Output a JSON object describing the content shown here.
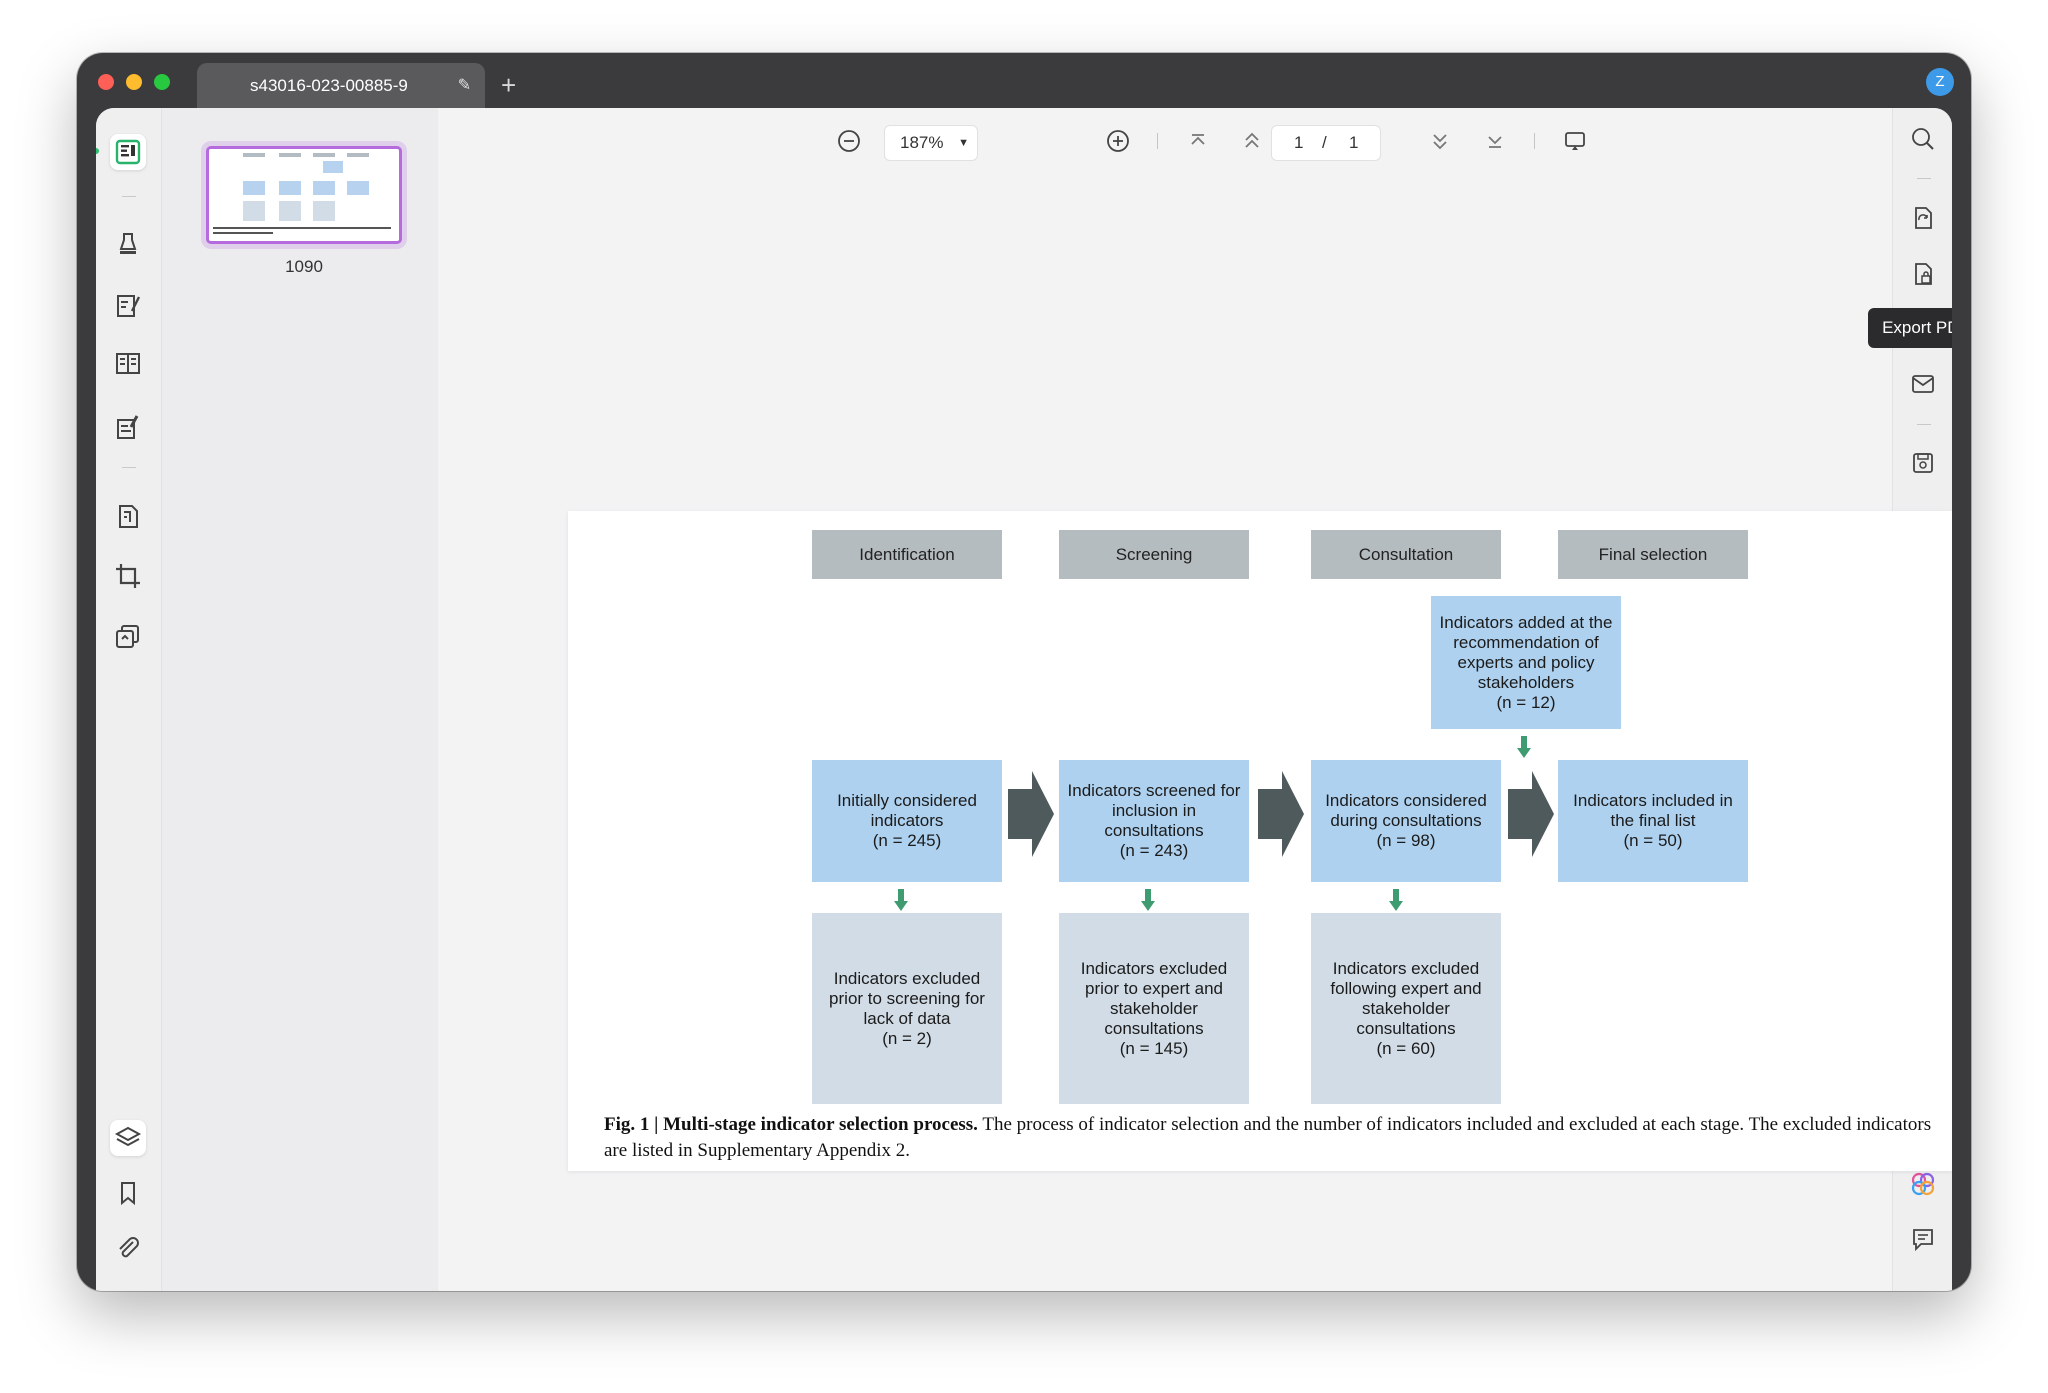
{
  "window": {
    "tab_title": "s43016-023-00885-9",
    "tab_edit_icon": "pencil-icon",
    "new_tab_label": "+",
    "avatar_initial": "Z"
  },
  "left_sidebar": {
    "items": [
      {
        "name": "reader-icon"
      },
      {
        "name": "highlighter-icon"
      },
      {
        "name": "edit-text-icon"
      },
      {
        "name": "organize-pages-icon"
      },
      {
        "name": "fill-sign-icon"
      },
      {
        "name": "page-tools-icon"
      },
      {
        "name": "crop-icon"
      },
      {
        "name": "convert-icon"
      },
      {
        "name": "layers-icon"
      },
      {
        "name": "bookmark-icon"
      },
      {
        "name": "attachment-icon"
      }
    ]
  },
  "thumbnails": {
    "page_label": "1090"
  },
  "toolbar": {
    "zoom_value": "187%",
    "page_current": "1",
    "page_separator": "/",
    "page_total": "1"
  },
  "right_sidebar": {
    "tooltip": "Export PDF"
  },
  "figure": {
    "headers": [
      "Identification",
      "Screening",
      "Consultation",
      "Final selection"
    ],
    "added_box": {
      "text": "Indicators added at the recommendation of experts and policy stakeholders",
      "n": "(n = 12)"
    },
    "main_boxes": [
      {
        "text": "Initially considered indicators",
        "n": "(n = 245)"
      },
      {
        "text": "Indicators screened for inclusion in consultations",
        "n": "(n = 243)"
      },
      {
        "text": "Indicators considered during consultations",
        "n": "(n = 98)"
      },
      {
        "text": "Indicators included in the final list",
        "n": "(n = 50)"
      }
    ],
    "excluded_boxes": [
      {
        "text": "Indicators excluded prior to screening for lack of data",
        "n": "(n = 2)"
      },
      {
        "text": "Indicators excluded prior to expert and stakeholder consultations",
        "n": "(n = 145)"
      },
      {
        "text": "Indicators excluded following expert and stakeholder consultations",
        "n": "(n = 60)"
      }
    ],
    "caption_bold": "Fig. 1 | Multi-stage indicator selection process.",
    "caption_text": " The process of indicator selection and the number of indicators included and excluded at each stage. The excluded indicators are listed in Supplementary Appendix 2."
  },
  "colors": {
    "header_fill": "#b5bcbf",
    "blue_fill": "#aed1ef",
    "grey_fill": "#d1dce6",
    "arrow_dark": "#4f5a5d",
    "arrow_green": "#3f9b70",
    "thumb_border": "#b56bdd"
  }
}
